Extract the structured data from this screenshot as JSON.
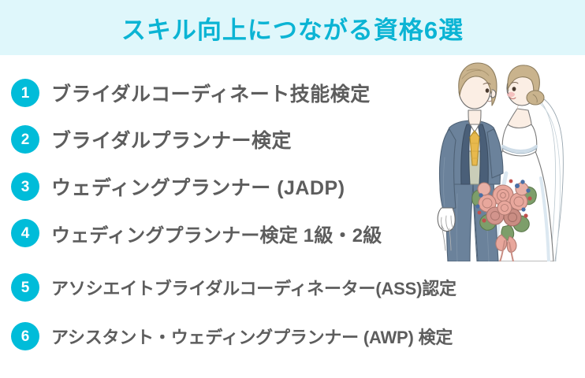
{
  "header": {
    "title": "スキル向上につながる資格6選",
    "band_color": "#dff7fb",
    "title_color": "#0bb4d4"
  },
  "palette": {
    "badge_fill": "#00bcd9",
    "badge_text": "#ffffff",
    "item_text": "#5d5d5d",
    "page_background": "#ffffff",
    "suit_blue": "#6b829b",
    "suit_lapel_navy": "#4a5f78",
    "tie_gold": "#e8b94d",
    "hair_tan": "#c9b38d",
    "dress_white": "#ffffff",
    "dress_shadow_blue": "#d8e6f0",
    "rose_pink": "#e8a79c",
    "leaf_green": "#7d9e6a",
    "berry_blue": "#4a6fa5",
    "berry_red": "#c0504d",
    "outline": "#6b6b6b",
    "skin": "#fbeee4"
  },
  "list": {
    "items": [
      {
        "number": "1",
        "label": "ブライダルコーディネート技能検定"
      },
      {
        "number": "2",
        "label": "ブライダルプランナー検定"
      },
      {
        "number": "3",
        "label": "ウェディングプランナー (JADP)"
      },
      {
        "number": "4",
        "label": "ウェディングプランナー検定 1級・2級"
      },
      {
        "number": "5",
        "label": "アソシエイトブライダルコーディネーター(ASS)認定"
      },
      {
        "number": "6",
        "label": "アシスタント・ウェディングプランナー (AWP) 検定"
      }
    ]
  },
  "illustration": {
    "description": "bride-and-groom-illustration"
  }
}
